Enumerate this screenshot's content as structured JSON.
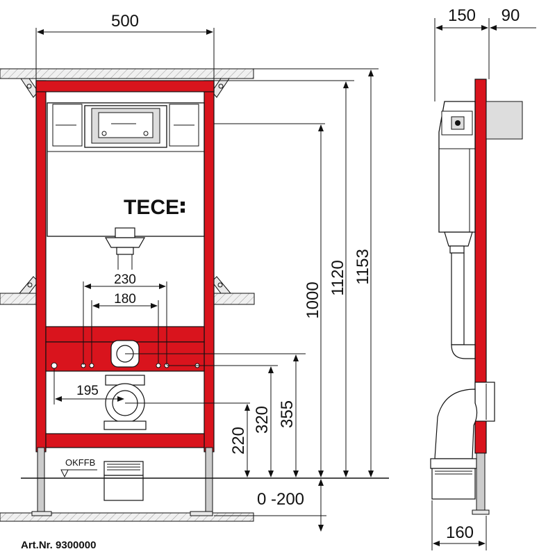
{
  "dimensions": {
    "width_total": "500",
    "side_depth": "150",
    "side_offset": "90",
    "pipe_spacing_outer": "230",
    "pipe_spacing_inner": "180",
    "drain_offset": "195",
    "height_1000": "1000",
    "height_1120": "1120",
    "height_1153": "1153",
    "height_220": "220",
    "height_320": "320",
    "height_355": "355",
    "foot_range": "0 -200",
    "bottom_depth": "160"
  },
  "floor_label": "OKFFB",
  "brand": "TECE",
  "article_number": "Art.Nr. 9300000",
  "colors": {
    "frame": "#d9141d",
    "line": "#111111",
    "hatch": "#e8e8e8"
  }
}
